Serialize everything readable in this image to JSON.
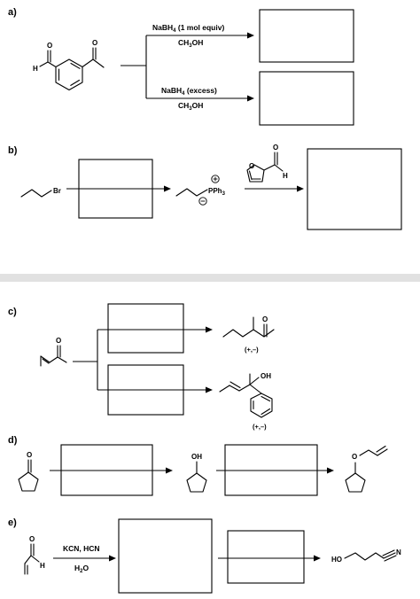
{
  "parts": {
    "a": {
      "label": "a)",
      "reagent_top": [
        "NaBH",
        "4",
        " (1 mol equiv)"
      ],
      "solvent_top": [
        "CH",
        "3",
        "OH"
      ],
      "reagent_bottom": [
        "NaBH",
        "4",
        " (excess)"
      ],
      "solvent_bottom": [
        "CH",
        "3",
        "OH"
      ],
      "atoms": {
        "aldehyde_o": "O",
        "aldehyde_h": "H",
        "ketone_o": "O"
      }
    },
    "b": {
      "label": "b)",
      "atoms": {
        "bromine": "Br",
        "phosphonium": "PPh",
        "phosphonium_sub": "3",
        "plus": "+",
        "minus": "−",
        "furan_o": "O",
        "carbonyl_o": "O",
        "aldehyde_h": "H"
      }
    },
    "c": {
      "label": "c)",
      "atoms": {
        "enone_o": "O",
        "product1_o": "O",
        "product2_oh": "OH"
      },
      "stereo1": "(+,–)",
      "stereo2": "(+,–)"
    },
    "d": {
      "label": "d)",
      "atoms": {
        "ketone_o": "O",
        "alcohol_oh": "OH",
        "ether_o": "O"
      }
    },
    "e": {
      "label": "e)",
      "reagent": "KCN, HCN",
      "solvent": [
        "H",
        "2",
        "O"
      ],
      "atoms": {
        "carbonyl_o": "O",
        "aldehyde_h": "H",
        "product_ho": "HO",
        "nitrile_n": "N"
      }
    }
  }
}
